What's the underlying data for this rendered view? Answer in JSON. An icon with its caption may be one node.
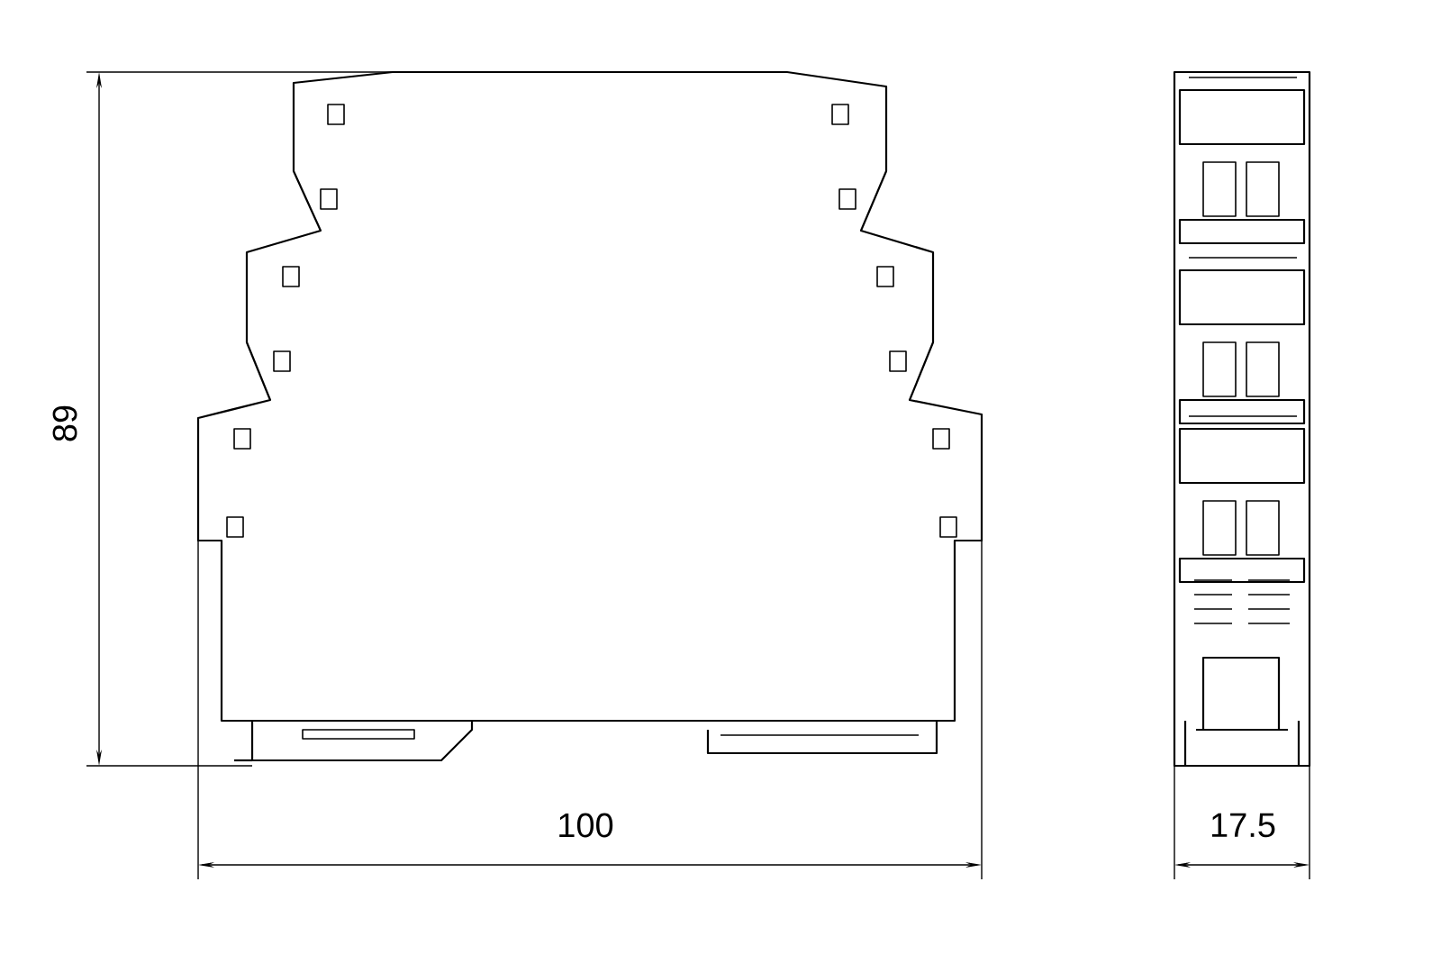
{
  "diagram": {
    "labels": [
      "89",
      "100",
      "17.5"
    ]
  }
}
